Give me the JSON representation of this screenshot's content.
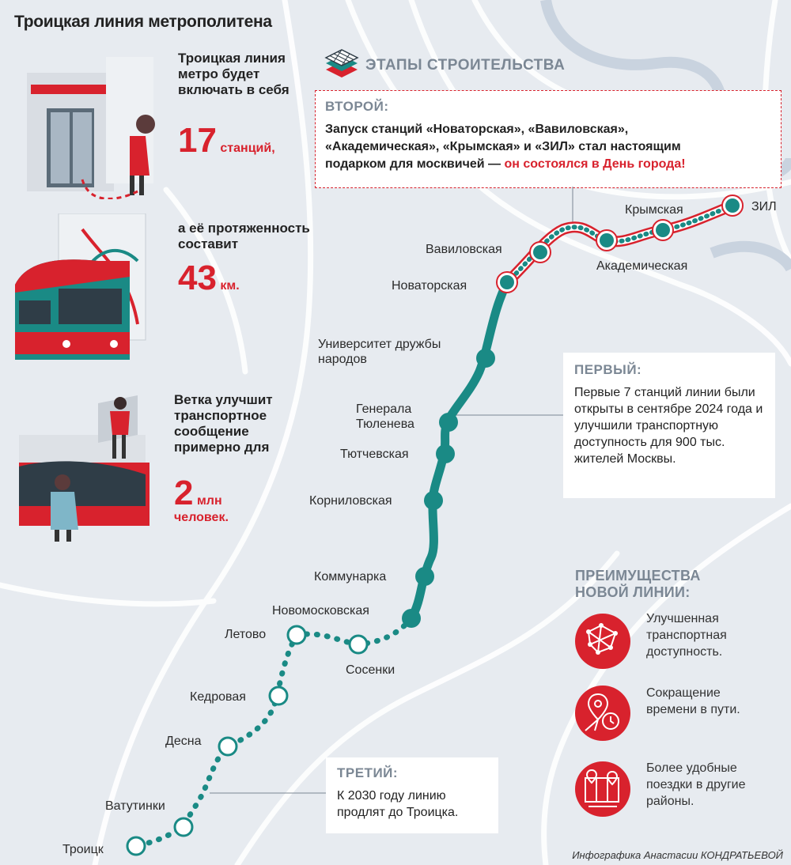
{
  "title": "Троицкая линия метрополитена",
  "facts": [
    {
      "text": "Троицкая линия метро будет включать в себя",
      "number": "17",
      "unit": "станций,"
    },
    {
      "text": "а её протяженность составит",
      "number": "43",
      "unit": "км."
    },
    {
      "text": "Ветка улучшит транспортное сообщение примерно для",
      "number": "2",
      "unit": "млн человек."
    }
  ],
  "stages": {
    "header": "ЭТАПЫ СТРОИТЕЛЬСТВА",
    "second": {
      "title": "ВТОРОЙ:",
      "text_line1": "Запуск станций «Новаторская», «Вавиловская»,",
      "text_line2": "«Академическая», «Крымская» и «ЗИЛ» стал настоящим",
      "text_line3": "подарком для москвичей —",
      "highlight": "он состоялся в День города!"
    },
    "first": {
      "title": "ПЕРВЫЙ:",
      "text": "Первые 7 станций линии были открыты в сентябре 2024 года и улучшили транспортную доступность для 900 тыс. жителей Москвы."
    },
    "third": {
      "title": "ТРЕТИЙ:",
      "text": "К 2030 году линию продлят до Троицка."
    }
  },
  "stations": [
    {
      "name": "ЗИЛ",
      "status": "second"
    },
    {
      "name": "Крымская",
      "status": "second"
    },
    {
      "name": "Академическая",
      "status": "second"
    },
    {
      "name": "Вавиловская",
      "status": "second"
    },
    {
      "name": "Новаторская",
      "status": "second"
    },
    {
      "name": "Университет дружбы народов",
      "status": "first"
    },
    {
      "name": "Генерала Тюленева",
      "status": "first"
    },
    {
      "name": "Тютчевская",
      "status": "first"
    },
    {
      "name": "Корниловская",
      "status": "first"
    },
    {
      "name": "Коммунарка",
      "status": "first"
    },
    {
      "name": "Новомосковская",
      "status": "first"
    },
    {
      "name": "Сосенки",
      "status": "third"
    },
    {
      "name": "Летово",
      "status": "third"
    },
    {
      "name": "Кедровая",
      "status": "third"
    },
    {
      "name": "Десна",
      "status": "third"
    },
    {
      "name": "Ватутинки",
      "status": "third"
    },
    {
      "name": "Троицк",
      "status": "third"
    }
  ],
  "advantages": {
    "title_line1": "ПРЕИМУЩЕСТВА",
    "title_line2": "НОВОЙ ЛИНИИ:",
    "items": [
      {
        "text": "Улучшенная транспортная доступность.",
        "icon": "network-icon"
      },
      {
        "text": "Сокращение времени в пути.",
        "icon": "route-clock-icon"
      },
      {
        "text": "Более удобные поездки в другие районы.",
        "icon": "map-pins-icon"
      }
    ]
  },
  "credit": "Инфографика Анастасии КОНДРАТЬЕВОЙ",
  "colors": {
    "line": "#1a8a85",
    "accent": "#d8222d",
    "background": "#e7ebf0"
  }
}
